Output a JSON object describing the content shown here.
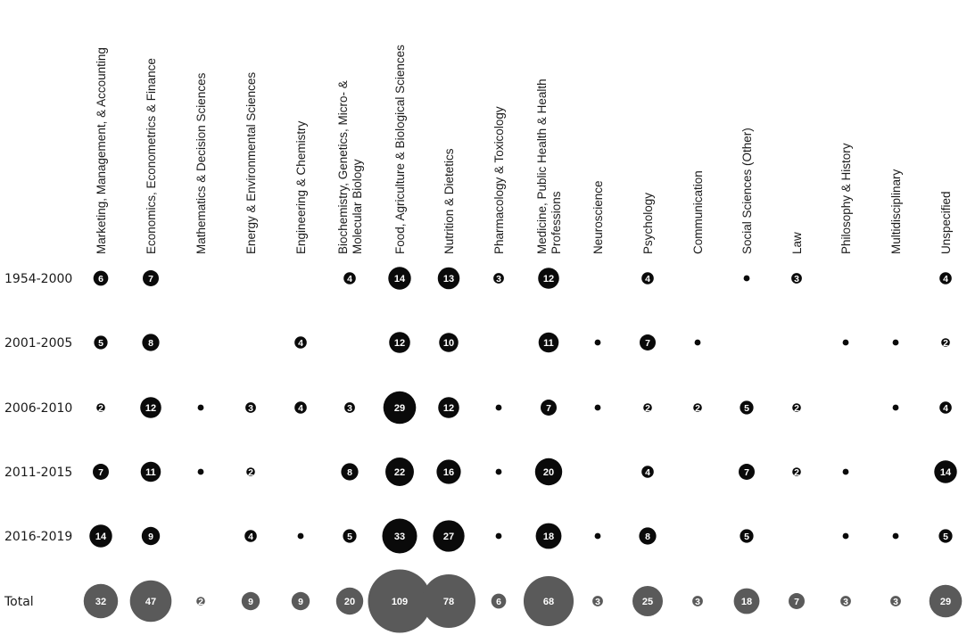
{
  "chart_data": {
    "type": "bubble-matrix",
    "columns": [
      [
        "Marketing, Management, & Accounting"
      ],
      [
        "Economics, Econometrics & Finance"
      ],
      [
        "Mathematics & Decision Sciences"
      ],
      [
        "Energy & Environmental Sciences"
      ],
      [
        "Engineering & Chemistry"
      ],
      [
        "Biochemistry, Genetics, Micro- &",
        "Molecular Biology"
      ],
      [
        "Food, Agriculture & Biological Sciences"
      ],
      [
        "Nutrition & Dietetics"
      ],
      [
        "Pharmacology & Toxicology"
      ],
      [
        "Medicine, Public Health & Health",
        "Professions"
      ],
      [
        "Neuroscience"
      ],
      [
        "Psychology"
      ],
      [
        "Communication"
      ],
      [
        "Social Sciences (Other)"
      ],
      [
        "Law"
      ],
      [
        "Philosophy & History"
      ],
      [
        "Multidisciplinary"
      ],
      [
        "Unspecified"
      ]
    ],
    "rows": [
      {
        "label": "1954-2000",
        "values": [
          6,
          7,
          null,
          null,
          null,
          4,
          14,
          13,
          3,
          12,
          null,
          4,
          null,
          1,
          3,
          null,
          null,
          4
        ]
      },
      {
        "label": "2001-2005",
        "values": [
          5,
          8,
          null,
          null,
          4,
          null,
          12,
          10,
          null,
          11,
          1,
          7,
          1,
          null,
          null,
          1,
          1,
          2
        ]
      },
      {
        "label": "2006-2010",
        "values": [
          2,
          12,
          1,
          3,
          4,
          3,
          29,
          12,
          1,
          7,
          1,
          2,
          2,
          5,
          2,
          null,
          1,
          4
        ]
      },
      {
        "label": "2011-2015",
        "values": [
          7,
          11,
          1,
          2,
          null,
          8,
          22,
          16,
          1,
          20,
          null,
          4,
          null,
          7,
          2,
          1,
          null,
          14
        ]
      },
      {
        "label": "2016-2019",
        "values": [
          14,
          9,
          null,
          4,
          1,
          5,
          33,
          27,
          1,
          18,
          1,
          8,
          null,
          5,
          null,
          1,
          1,
          5
        ]
      }
    ],
    "total": {
      "label": "Total",
      "values": [
        32,
        47,
        2,
        9,
        9,
        20,
        109,
        78,
        6,
        68,
        3,
        25,
        3,
        18,
        7,
        3,
        3,
        29
      ]
    },
    "colors": {
      "period_bubble": "#0a0a0a",
      "total_bubble": "#5a5a5a",
      "bubble_text": "#ffffff"
    }
  }
}
